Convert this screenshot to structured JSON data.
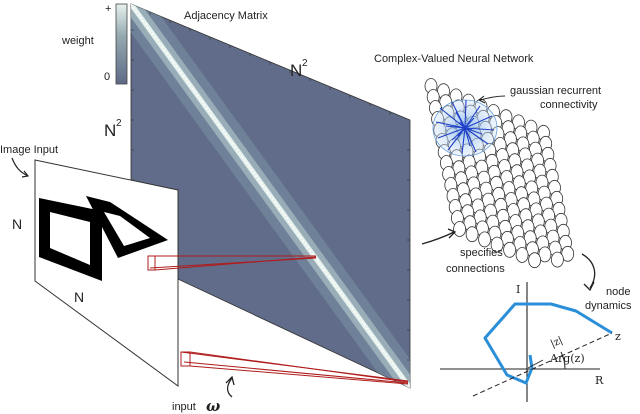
{
  "adjacency": {
    "title": "Adjacency Matrix",
    "n2_top": "N",
    "n2_left": "N",
    "sup": "2"
  },
  "colorbar": {
    "label": "weight",
    "max": "+",
    "min": "0",
    "colors": {
      "low": "#5e6a86",
      "high": "#e7f1ef"
    }
  },
  "image_input": {
    "title": "Image Input",
    "side_left": "N",
    "side_bottom": "N",
    "input_prefix": "input",
    "omega": "ω"
  },
  "network": {
    "title": "Complex-Valued Neural Network",
    "gaussian_line1": "gaussian recurrent",
    "gaussian_line2": "connectivity",
    "specifies_line1": "specifies",
    "specifies_line2": "connections"
  },
  "dynamics": {
    "node_line1": "node",
    "node_line2": "dynamics",
    "axis_imag": "I",
    "axis_real": "R",
    "z_label": "z",
    "abs_label": "|z|",
    "arg_label": "Arg(z)",
    "trajectory_color": "#2a8fd8"
  },
  "colors": {
    "red_lines": "#b01c1c",
    "blue_highlight": "#1f3fc8"
  }
}
